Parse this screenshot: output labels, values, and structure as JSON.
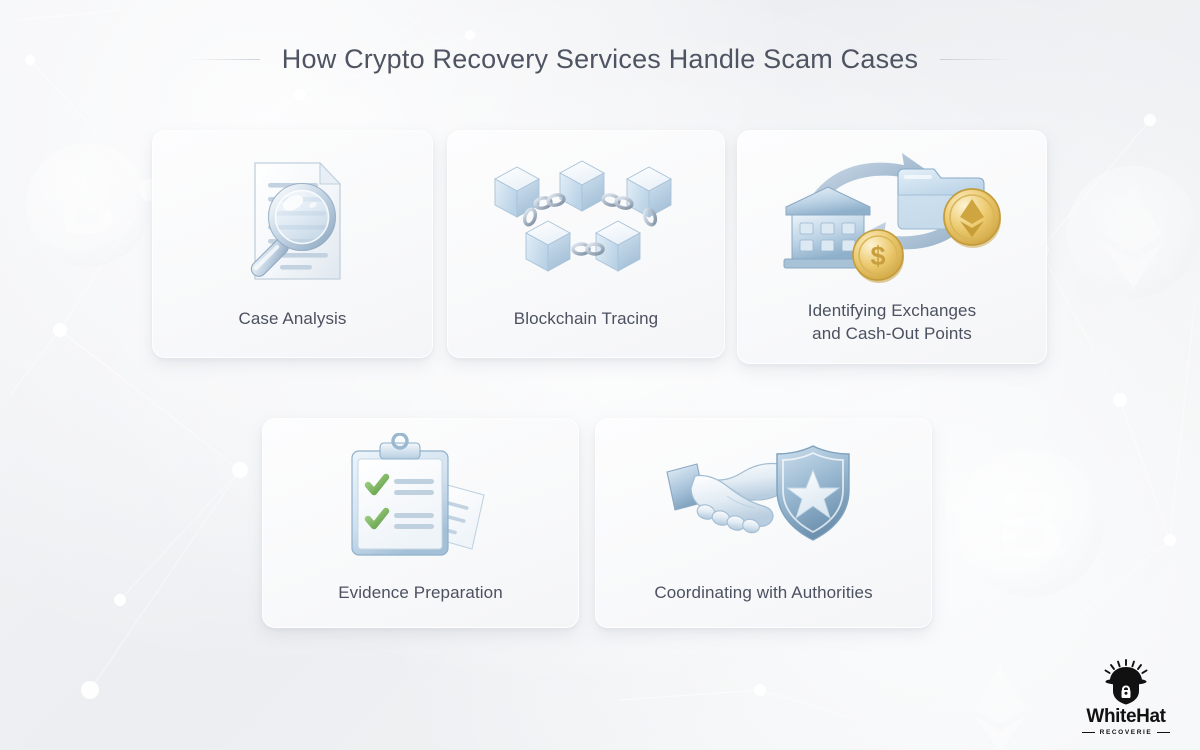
{
  "header": {
    "title": "How Crypto Recovery Services Handle Scam Cases",
    "left_rule": "decorative-rule",
    "right_rule": "decorative-rule"
  },
  "cards": [
    {
      "id": "case-analysis",
      "label": "Case Analysis",
      "icon": "document-magnifier-icon",
      "row": 1
    },
    {
      "id": "blockchain-tracing",
      "label": "Blockchain Tracing",
      "icon": "linked-blocks-icon",
      "row": 1
    },
    {
      "id": "identifying-exchanges",
      "label_line1": "Identifying Exchanges",
      "label_line2": "and Cash-Out Points",
      "icon": "bank-folder-exchange-icon",
      "row": 1
    },
    {
      "id": "evidence-preparation",
      "label": "Evidence Preparation",
      "icon": "clipboard-checklist-icon",
      "row": 2
    },
    {
      "id": "coordinating-authorities",
      "label": "Coordinating with Authorities",
      "icon": "handshake-shield-icon",
      "row": 2
    }
  ],
  "logo": {
    "wordmark": "WhiteHat",
    "tagline": "RECOVERIE",
    "mark": "hat-shield-lock-icon"
  },
  "watermarks": [
    {
      "name": "bitcoin-coin-watermark",
      "position": "top-left"
    },
    {
      "name": "ethereum-coin-watermark",
      "position": "right-upper"
    },
    {
      "name": "bitcoin-coin-watermark",
      "position": "right-lower"
    },
    {
      "name": "ethereum-diamond-watermark",
      "position": "bottom-right"
    },
    {
      "name": "network-nodes-watermark",
      "position": "full-canvas"
    }
  ],
  "colors": {
    "background": "#eef0f2",
    "card_surface": "#fbfcfd",
    "title_text": "#4e5462",
    "label_text": "#4b5160",
    "icon_blue_light": "#dfe9f3",
    "icon_blue_mid": "#b3c8dd",
    "icon_blue_dark": "#7e9ab5",
    "coin_gold": "#e8c468",
    "coin_gold_dark": "#c9a23f",
    "check_green": "#7ab55c",
    "logo_black": "#111111"
  }
}
